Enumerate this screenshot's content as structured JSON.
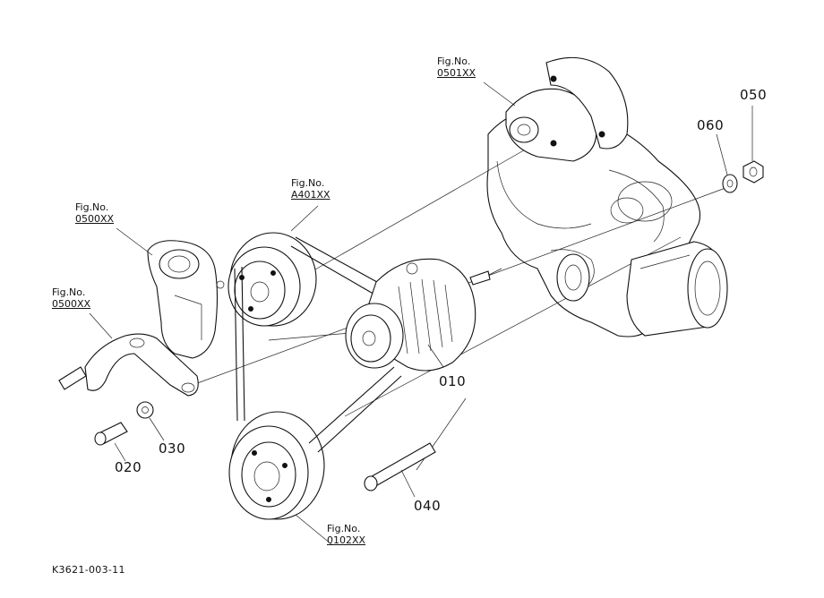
{
  "part_numbers": {
    "p010": "010",
    "p020": "020",
    "p030": "030",
    "p040": "040",
    "p050": "050",
    "p060": "060"
  },
  "figure_refs": {
    "water_pump": {
      "label": "Fig.No.",
      "id": "0501XX"
    },
    "fan_pulley": {
      "label": "Fig.No.",
      "id": "A401XX"
    },
    "thermostat": {
      "label": "Fig.No.",
      "id": "0500XX"
    },
    "bracket": {
      "label": "Fig.No.",
      "id": "0500XX"
    },
    "crank_pulley": {
      "label": "Fig.No.",
      "id": "0102XX"
    }
  },
  "drawing_id": "K3621-003-11"
}
